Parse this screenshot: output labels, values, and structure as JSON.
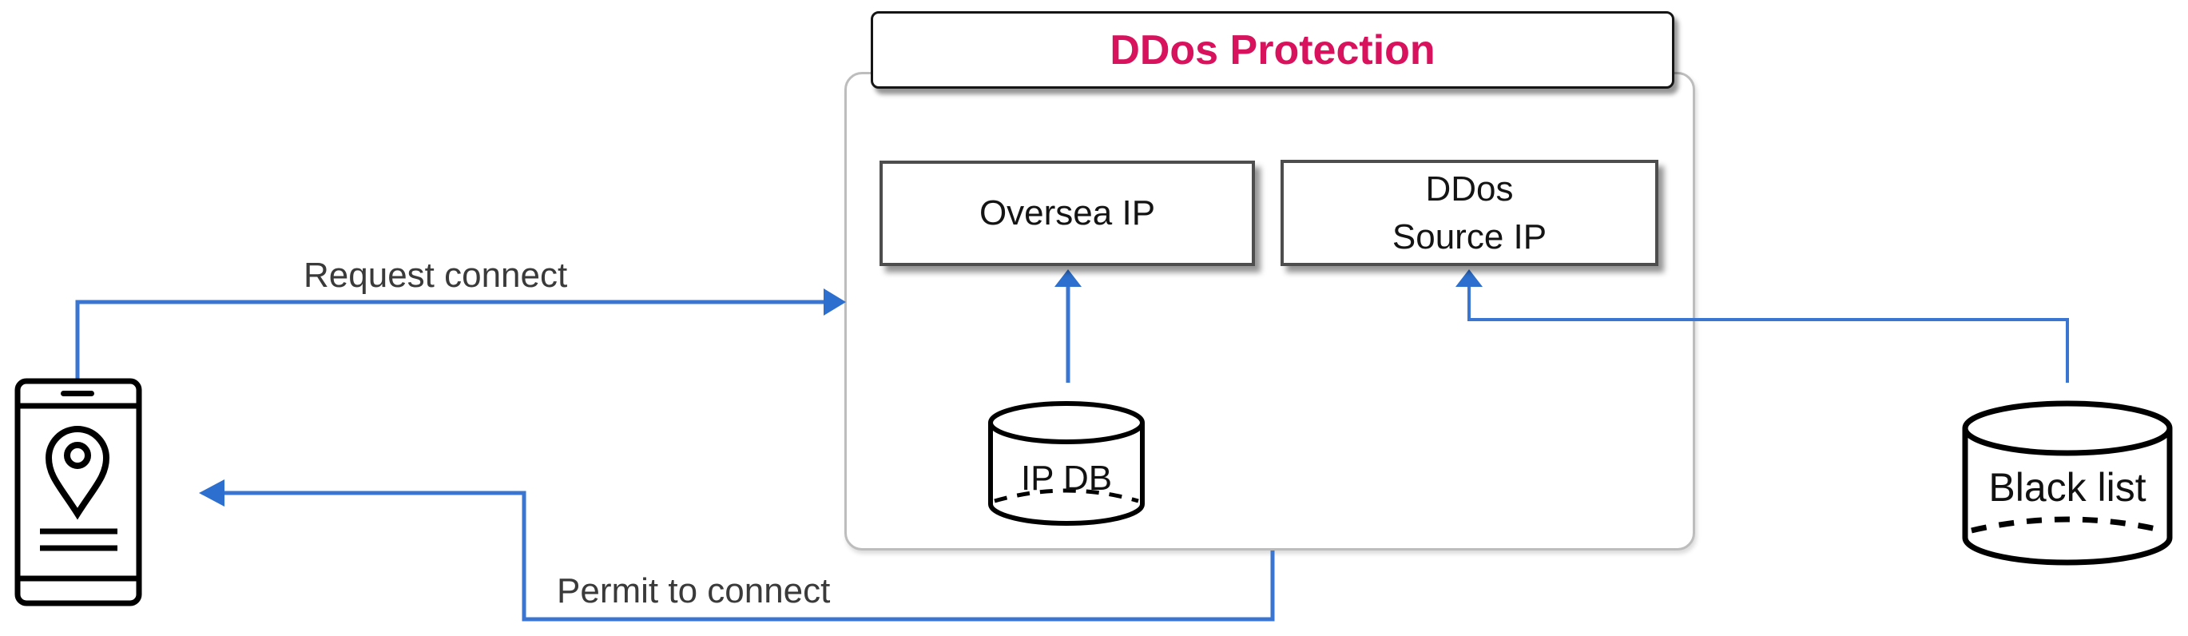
{
  "diagram": {
    "title": "DDos Protection",
    "edges": {
      "request": {
        "label": "Request connect",
        "from": "client-phone",
        "to": "ddos-protection"
      },
      "permit": {
        "label": "Permit to connect",
        "from": "ddos-protection",
        "to": "client-phone"
      },
      "ipdb_to_oversea": {
        "from": "ip-db",
        "to": "oversea-ip"
      },
      "blacklist_to_source": {
        "from": "black-list",
        "to": "ddos-source-ip"
      }
    },
    "nodes": {
      "oversea_ip": {
        "label": "Oversea IP"
      },
      "ddos_source_ip": {
        "label_line1": "DDos",
        "label_line2": "Source IP"
      },
      "ip_db": {
        "label": "IP DB",
        "shape": "database-cylinder"
      },
      "black_list": {
        "label": "Black list",
        "shape": "database-cylinder"
      },
      "client": {
        "icon": "smartphone-location-icon"
      }
    },
    "colors": {
      "title_text": "#d8125c",
      "arrow_line": "#3a76d1",
      "arrow_head": "#2d6fce",
      "box_border": "#4d4d4d",
      "container_border": "#bdbdbd",
      "stroke_black": "#000000"
    }
  }
}
